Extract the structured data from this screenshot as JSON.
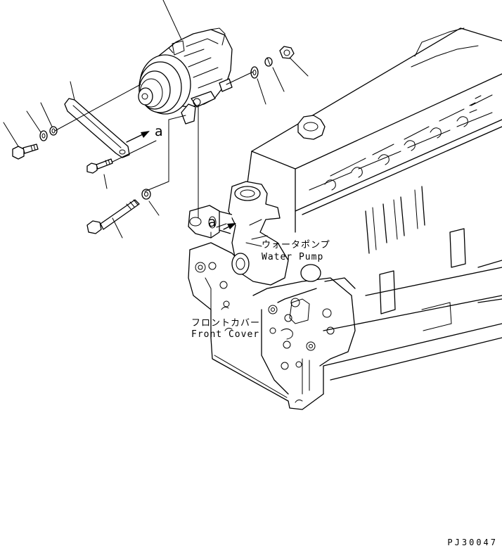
{
  "labels": {
    "water_pump_jp": "ウォータポンプ",
    "water_pump_en": "Water Pump",
    "front_cover_jp": "フロントカバー",
    "front_cover_en": "Front Cover",
    "connection_mark_1": "a",
    "connection_mark_2": "a"
  },
  "drawing_code": "PJ30047",
  "colors": {
    "line": "#000000",
    "background": "#ffffff"
  }
}
